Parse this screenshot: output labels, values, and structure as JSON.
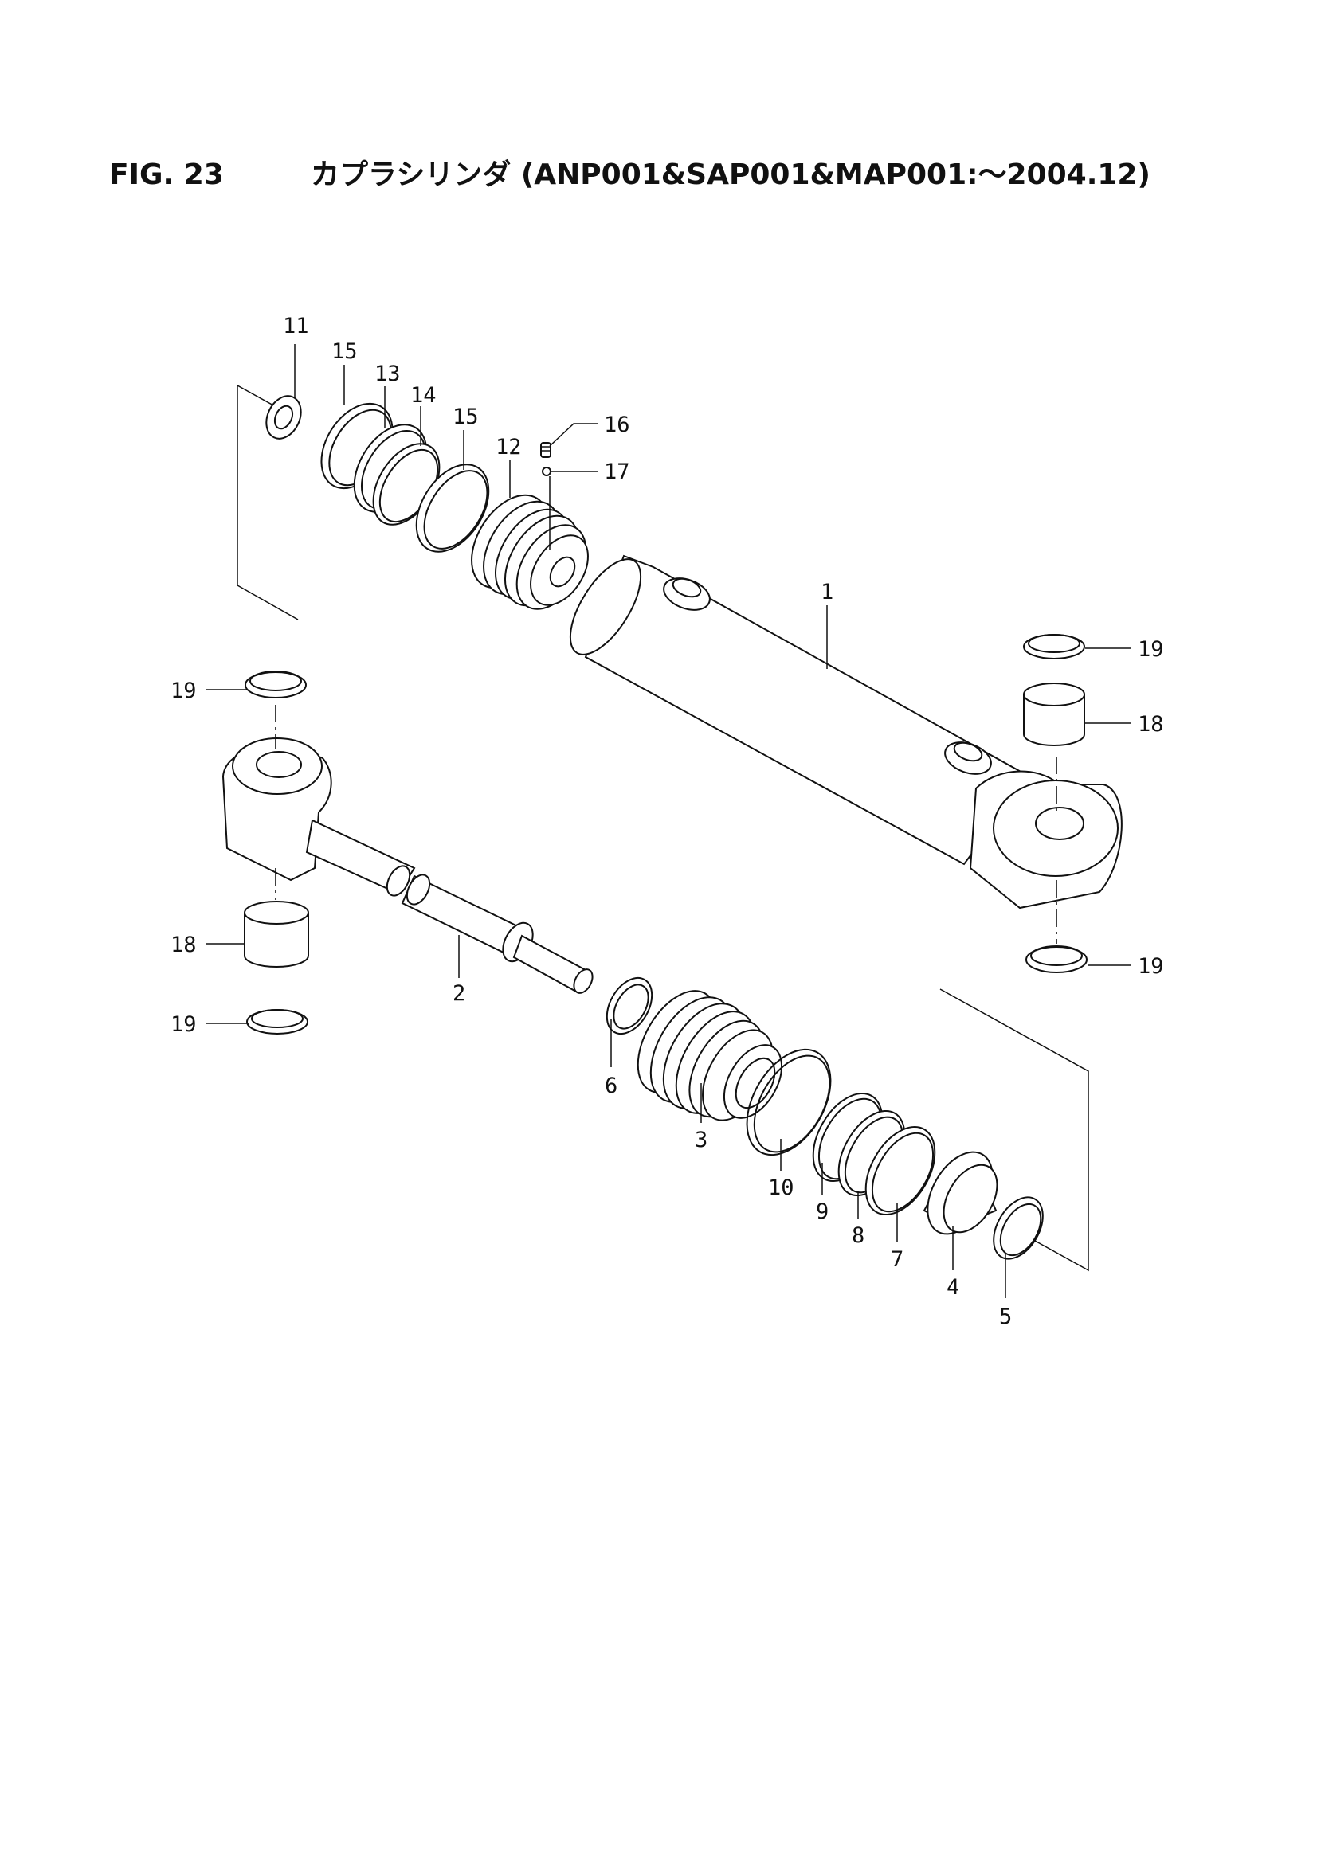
{
  "header": {
    "fig": "FIG. 23",
    "title": "カプラシリンダ (ANP001&SAP001&MAP001:～2004.12)"
  },
  "parts": {
    "p1": "1",
    "p2": "2",
    "p3": "3",
    "p4": "4",
    "p5": "5",
    "p6": "6",
    "p7": "7",
    "p8": "8",
    "p9": "9",
    "p10": "10",
    "p11": "11",
    "p12": "12",
    "p13": "13",
    "p14": "14",
    "p15a": "15",
    "p15b": "15",
    "p16": "16",
    "p17": "17",
    "p18a": "18",
    "p18b": "18",
    "p19a": "19",
    "p19b": "19",
    "p19c": "19",
    "p19d": "19"
  }
}
